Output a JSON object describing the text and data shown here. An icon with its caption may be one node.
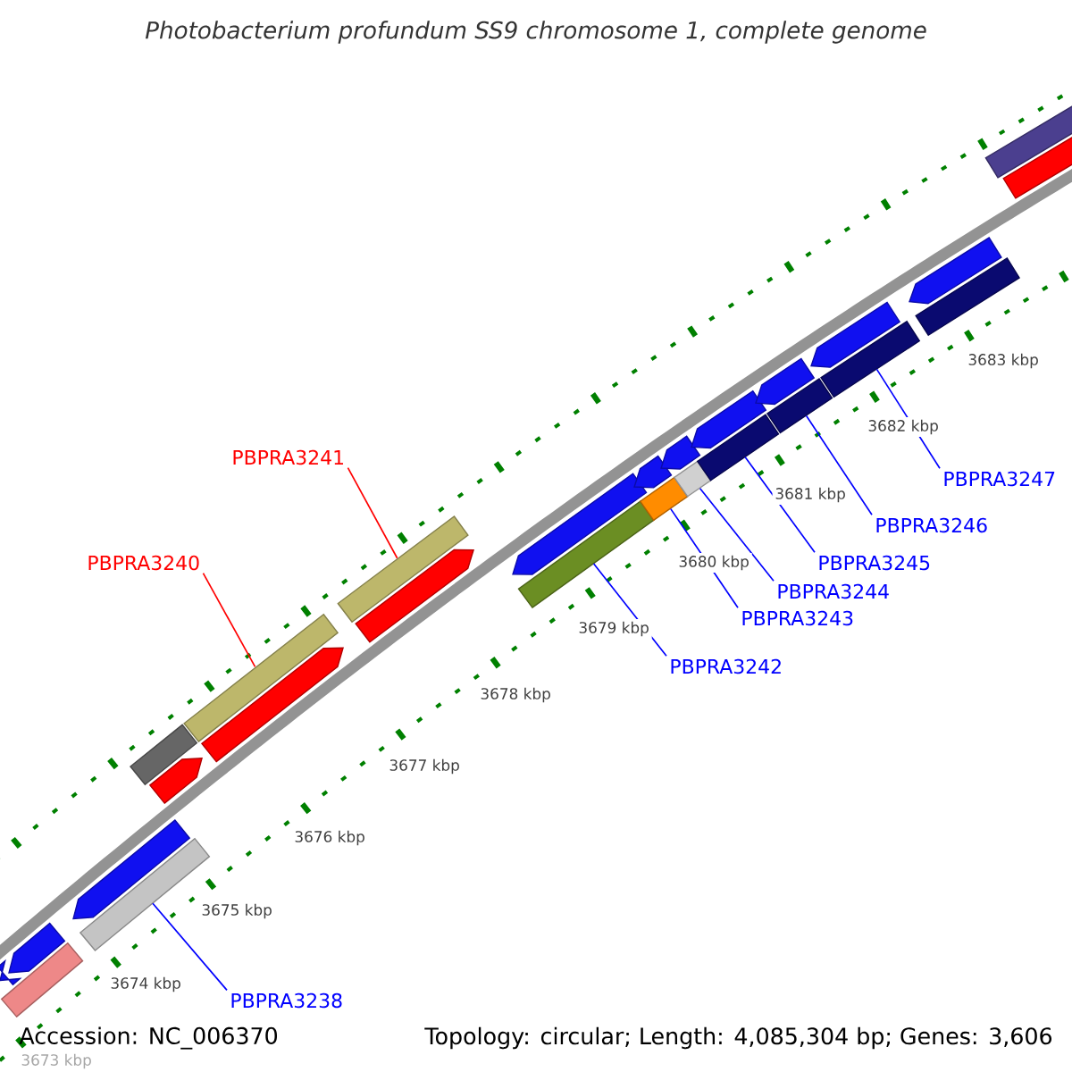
{
  "diagram": {
    "title": "Photobacterium profundum SS9 chromosome 1, complete genome",
    "nodes": [
      {
        "text": [
          "PBPRA3238"
        ]
      },
      {
        "text": [
          "PBPRA3240"
        ]
      },
      {
        "text": [
          "PBPRA3241"
        ]
      },
      {
        "text": [
          "PBPRA3242"
        ]
      },
      {
        "text": [
          "PBPRA3243"
        ]
      },
      {
        "text": [
          "PBPRA3244"
        ]
      },
      {
        "text": [
          "PBPRA3245"
        ]
      },
      {
        "text": [
          "PBPRA3246"
        ]
      },
      {
        "text": [
          "PBPRA3247"
        ]
      },
      {
        "text": [],
        "shape": "arrow"
      },
      {
        "text": [],
        "shape": "bar"
      },
      {
        "text": [],
        "shape": "arrow"
      },
      {
        "text": [],
        "shape": "arrow"
      },
      {
        "text": [],
        "shape": "bar"
      },
      {
        "text": [],
        "shape": "bar"
      },
      {
        "text": [],
        "shape": "arrow"
      },
      {
        "text": [],
        "shape": "bar"
      },
      {
        "text": [],
        "shape": "arrow"
      },
      {
        "text": [],
        "shape": "bar"
      },
      {
        "text": [],
        "shape": "arrow"
      },
      {
        "text": [],
        "shape": "arrow"
      },
      {
        "text": [],
        "shape": "bar"
      },
      {
        "text": [],
        "shape": "arrow"
      },
      {
        "text": [],
        "shape": "bar"
      },
      {
        "text": [],
        "shape": "arrow"
      },
      {
        "text": [],
        "shape": "bar"
      },
      {
        "text": [],
        "shape": "arrow"
      },
      {
        "text": [],
        "shape": "bar"
      },
      {
        "text": [],
        "shape": "arrow"
      },
      {
        "text": [],
        "shape": "bar"
      },
      {
        "text": [],
        "shape": "arrow"
      },
      {
        "text": [],
        "shape": "bar"
      },
      {
        "text": [],
        "shape": "arrow"
      },
      {
        "text": [],
        "shape": "bar"
      },
      {
        "text": [],
        "shape": "bar"
      },
      {
        "text": [],
        "shape": "bar"
      }
    ],
    "edges": [
      {
        "from": 0,
        "to": 13,
        "arrow": "none"
      },
      {
        "from": 1,
        "to": 16,
        "arrow": "none",
        "color": "#ff0000"
      },
      {
        "from": 2,
        "to": 18,
        "arrow": "none",
        "color": "#ff0000"
      },
      {
        "from": 3,
        "to": 21,
        "arrow": "none"
      },
      {
        "from": 4,
        "to": 23,
        "arrow": "none"
      },
      {
        "from": 5,
        "to": 25,
        "arrow": "none"
      },
      {
        "from": 6,
        "to": 27,
        "arrow": "none"
      },
      {
        "from": 7,
        "to": 29,
        "arrow": "none"
      },
      {
        "from": 8,
        "to": 31,
        "arrow": "none"
      }
    ],
    "labels": [
      "3683 kbp",
      "3682 kbp",
      "3681 kbp",
      "3680 kbp",
      "3679 kbp",
      "3678 kbp",
      "3677 kbp",
      "3676 kbp",
      "3675 kbp",
      "3674 kbp",
      "Accession: NC_006370",
      "Topology: circular; Length: 4,085,304 bp; Genes: 3,606",
      "3673 kbp"
    ]
  }
}
